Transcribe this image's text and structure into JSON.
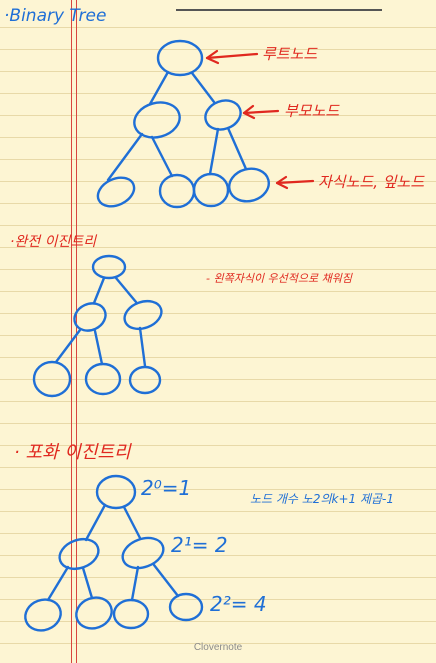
{
  "app": {
    "watermark": "Clovernote"
  },
  "notes": {
    "title": "·Binary Tree",
    "root_label": "루트노드",
    "parent_label": "부모노드",
    "child_label": "자식노드, 잎노드",
    "complete_title": "·완전 이진트리",
    "complete_desc": "- 왼쪽자식이 우선적으로 채워짐",
    "full_title": "· 포화 이진트리",
    "full_desc": "노드 개수 노2의k+1 제곱-1",
    "level0": "2⁰=1",
    "level1": "2¹= 2",
    "level2": "2²= 4"
  },
  "colors": {
    "ink_blue": "#1f6fd6",
    "ink_red": "#e0281f",
    "paper": "#fdf5d3",
    "margin": "#d9463f"
  }
}
